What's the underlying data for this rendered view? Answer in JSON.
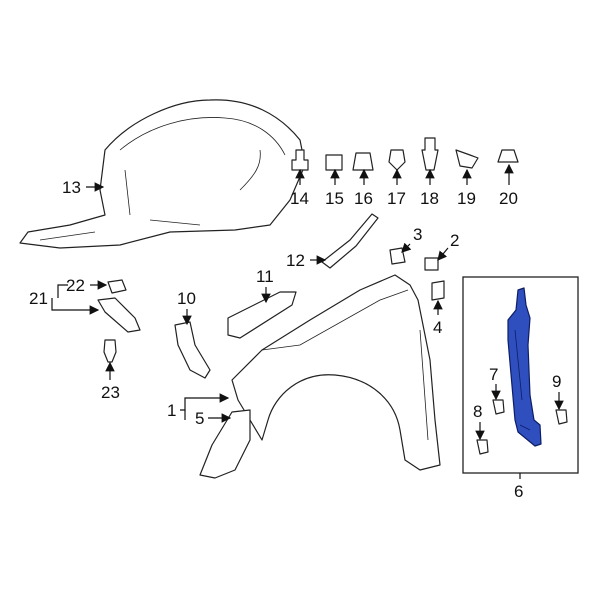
{
  "diagram": {
    "highlight_color": "#2f4fbf",
    "callouts": {
      "c1": "1",
      "c2": "2",
      "c3": "3",
      "c4": "4",
      "c5": "5",
      "c6": "6",
      "c7": "7",
      "c8": "8",
      "c9": "9",
      "c10": "10",
      "c11": "11",
      "c12": "12",
      "c13": "13",
      "c14": "14",
      "c15": "15",
      "c16": "16",
      "c17": "17",
      "c18": "18",
      "c19": "19",
      "c20": "20",
      "c21": "21",
      "c22": "22",
      "c23": "23"
    },
    "highlighted_part": "6"
  }
}
